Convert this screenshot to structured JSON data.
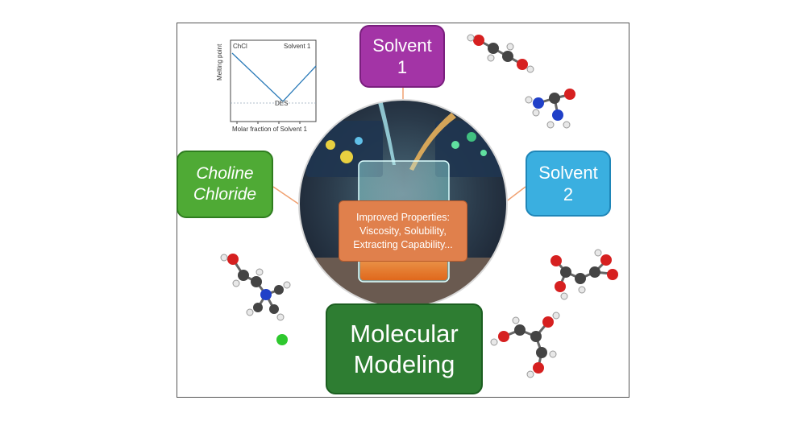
{
  "boxes": {
    "solvent1": [
      "Solvent",
      "1"
    ],
    "solvent2": [
      "Solvent",
      "2"
    ],
    "choline": [
      "Choline",
      "Chloride"
    ],
    "modeling": [
      "Molecular",
      "Modeling"
    ]
  },
  "center": {
    "lines": [
      "Improved Properties:",
      "Viscosity, Solubility,",
      "Extracting Capability..."
    ]
  },
  "inset_plot": {
    "left_corner_label": "ChCl",
    "right_corner_label": "Solvent 1",
    "ylabel": "Melting point",
    "xlabel": "Molar fraction of Solvent 1",
    "minimum_label": "DES"
  },
  "colors": {
    "solvent1": "#a334a6",
    "solvent2": "#3aafe0",
    "choline": "#4faa35",
    "modeling": "#2e7d32",
    "improved": "#e0804c",
    "connector": "#f0a070"
  }
}
